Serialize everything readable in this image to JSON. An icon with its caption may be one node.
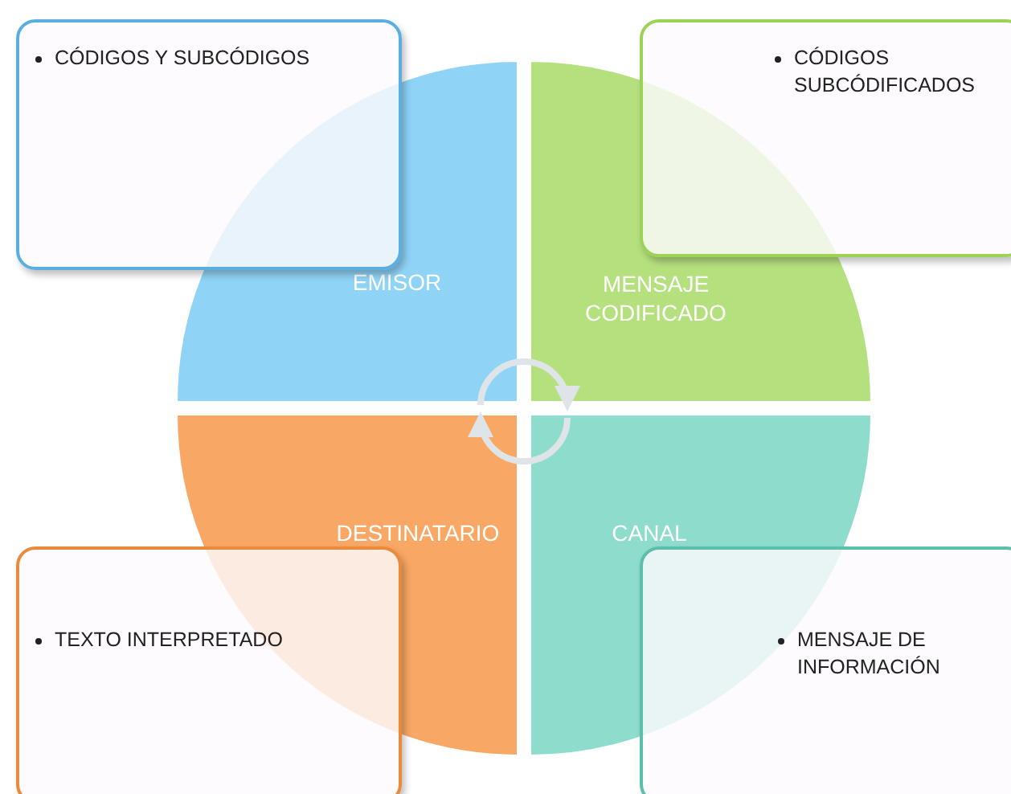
{
  "diagram": {
    "nodes": [
      {
        "text": [
          "CÓDIGOS Y SUBCÓDIGOS"
        ]
      },
      {
        "text": [
          "CÓDIGOS SUBCÓDIFICADOS"
        ]
      },
      {
        "text": [
          "EMISOR"
        ]
      },
      {
        "text": [
          "MENSAJE CODIFICADO"
        ]
      },
      {
        "text": [
          "DESTINATARIO"
        ]
      },
      {
        "text": [
          "CANAL"
        ]
      },
      {
        "text": [
          "TEXTO INTERPRETADO"
        ]
      },
      {
        "text": [
          "MENSAJE DE INFORMACIÓN"
        ]
      }
    ],
    "edges": [
      {
        "from": 2,
        "to": 3,
        "arrow": "to"
      },
      {
        "from": 5,
        "to": 4,
        "arrow": "to"
      }
    ]
  }
}
